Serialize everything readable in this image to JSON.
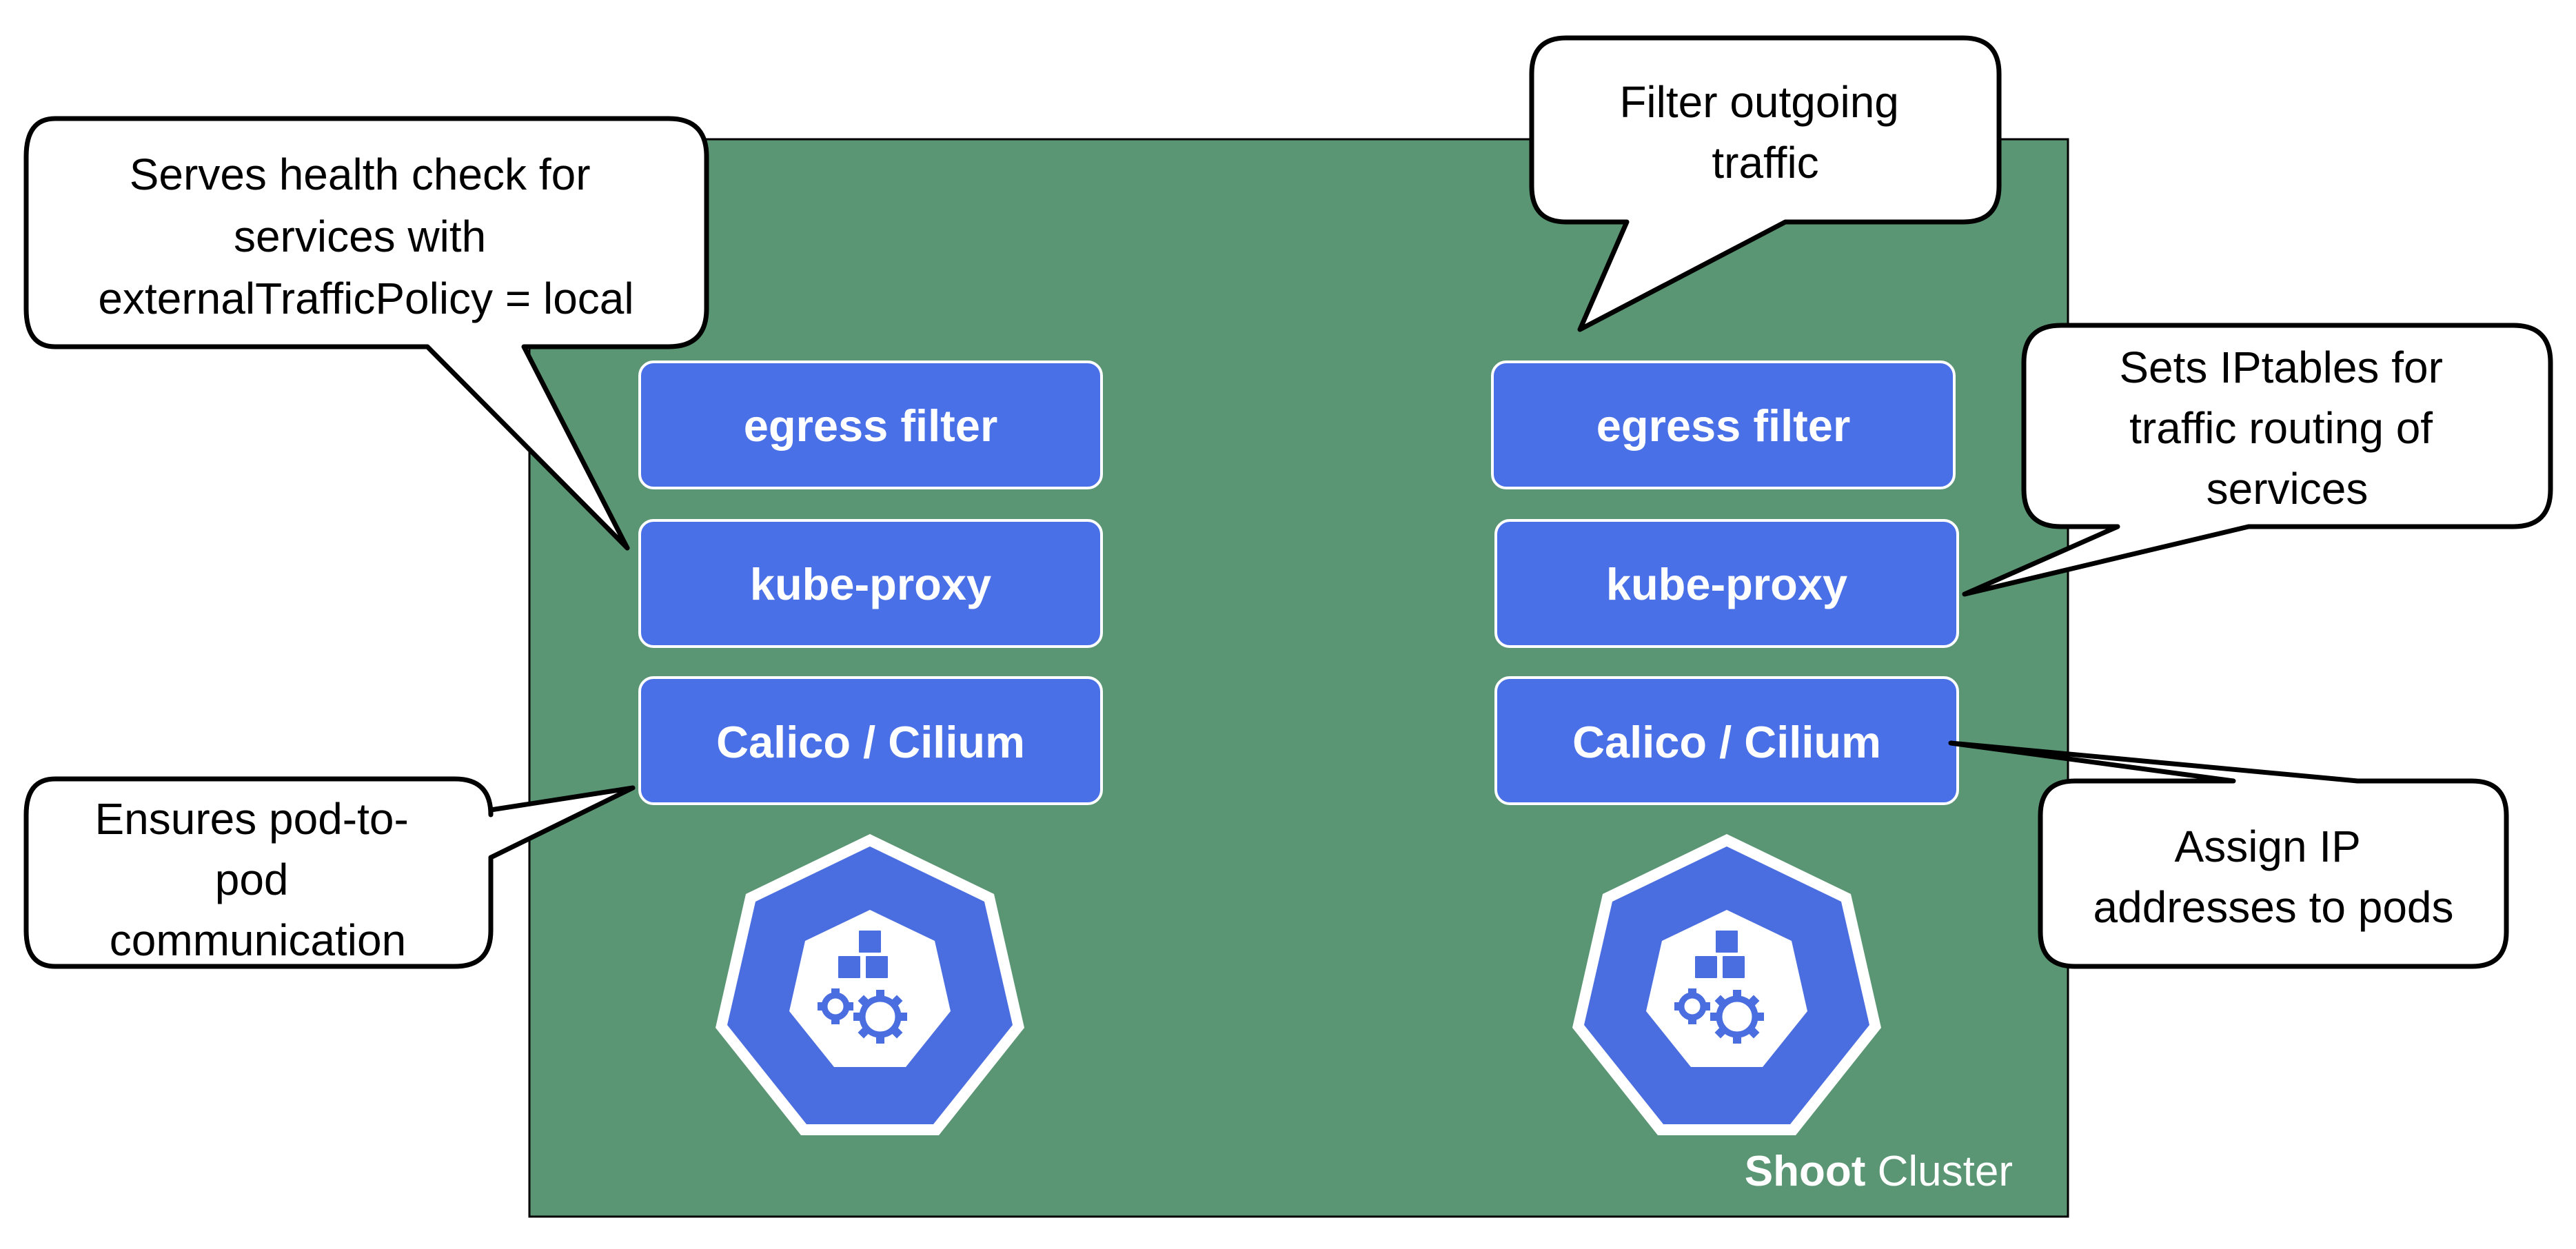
{
  "colors": {
    "cluster_fill": "#5b9674",
    "node_fill": "#4a70e8",
    "node_stroke": "#ffffff",
    "callout_fill": "#ffffff",
    "callout_stroke": "#000000",
    "k8s_blue": "#4a6ee0"
  },
  "cluster": {
    "label_bold": "Shoot",
    "label_rest": " Cluster"
  },
  "left_node": {
    "components": [
      "egress filter",
      "kube-proxy",
      "Calico / Cilium"
    ],
    "icon": "kubernetes-icon"
  },
  "right_node": {
    "components": [
      "egress filter",
      "kube-proxy",
      "Calico / Cilium"
    ],
    "icon": "kubernetes-icon"
  },
  "callouts": {
    "health_check": [
      "Serves health check for",
      "services with",
      "externalTrafficPolicy = local"
    ],
    "pod_to_pod": [
      "Ensures pod-to-",
      "pod",
      "communication"
    ],
    "filter_outgoing": [
      "Filter outgoing",
      "traffic"
    ],
    "iptables": [
      "Sets IPtables for",
      "traffic routing of",
      "services"
    ],
    "assign_ip": [
      "Assign IP",
      "addresses to pods"
    ]
  }
}
